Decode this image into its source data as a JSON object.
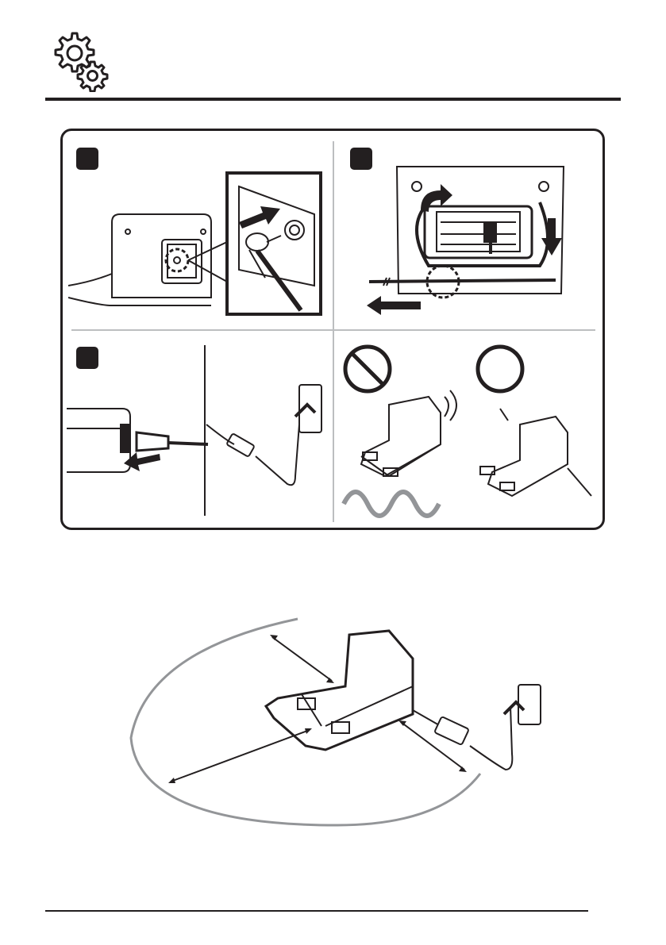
{
  "header": {
    "icon": "settings-gears-icon",
    "rule_color": "#231f20"
  },
  "panels": [
    {
      "id": "panel-1",
      "icon": "step-1-marker",
      "illustration": "power-cable-connect-to-station-rear"
    },
    {
      "id": "panel-2",
      "icon": "step-2-marker",
      "illustration": "cable-routing-around-station-back"
    },
    {
      "id": "panel-3",
      "icon": "step-3-marker",
      "illustration": "adapter-plug-into-outlet"
    },
    {
      "id": "panel-4",
      "icon": "placement-do-dont",
      "illustration": "station-on-flat-floor-vs-uneven"
    }
  ],
  "colors": {
    "line": "#231f20",
    "divider": "#bcbec0",
    "clearance_curve": "#939598",
    "frame_border": "#231f20"
  },
  "icons": [
    "prohibited-icon",
    "ok-circle-icon",
    "arrow-icon",
    "outlet-icon"
  ]
}
